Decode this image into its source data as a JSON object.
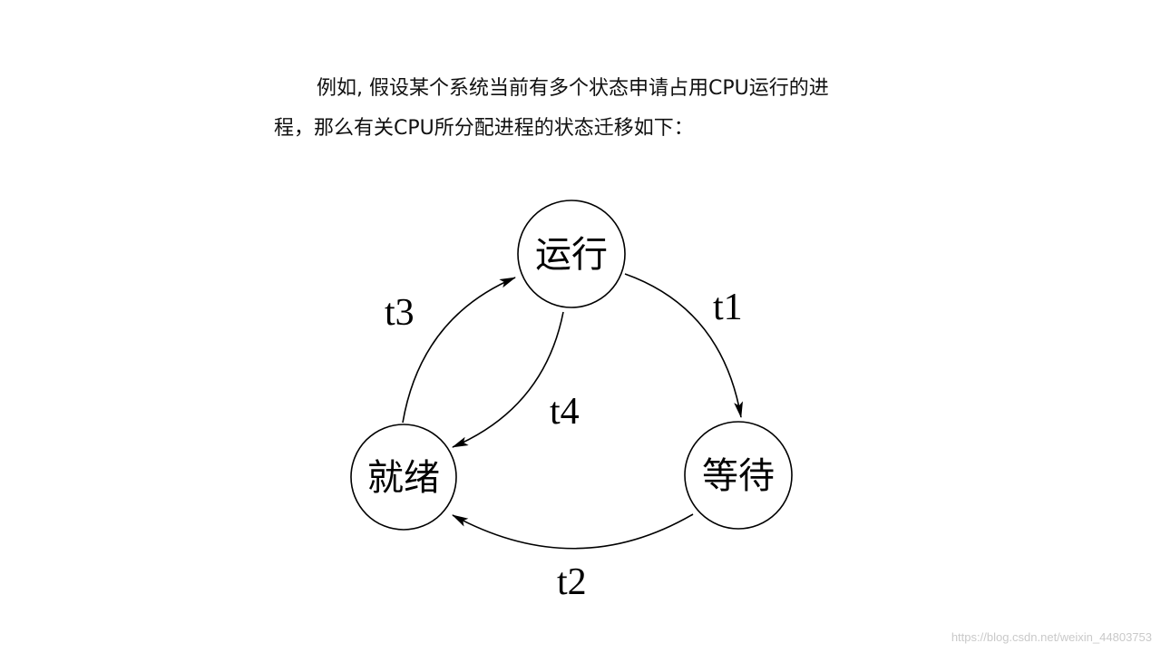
{
  "intro": {
    "line1": "例如, 假设某个系统当前有多个状态申请占用CPU运行的进",
    "line2": "程，那么有关CPU所分配进程的状态迁移如下："
  },
  "diagram": {
    "nodes": [
      {
        "id": "running",
        "label": "运行"
      },
      {
        "id": "waiting",
        "label": "等待"
      },
      {
        "id": "ready",
        "label": "就绪"
      }
    ],
    "edges": [
      {
        "id": "t1",
        "label": "t1",
        "from": "running",
        "to": "waiting"
      },
      {
        "id": "t2",
        "label": "t2",
        "from": "waiting",
        "to": "ready"
      },
      {
        "id": "t3",
        "label": "t3",
        "from": "ready",
        "to": "running"
      },
      {
        "id": "t4",
        "label": "t4",
        "from": "running",
        "to": "ready"
      }
    ]
  },
  "watermark": "https://blog.csdn.net/weixin_44803753"
}
